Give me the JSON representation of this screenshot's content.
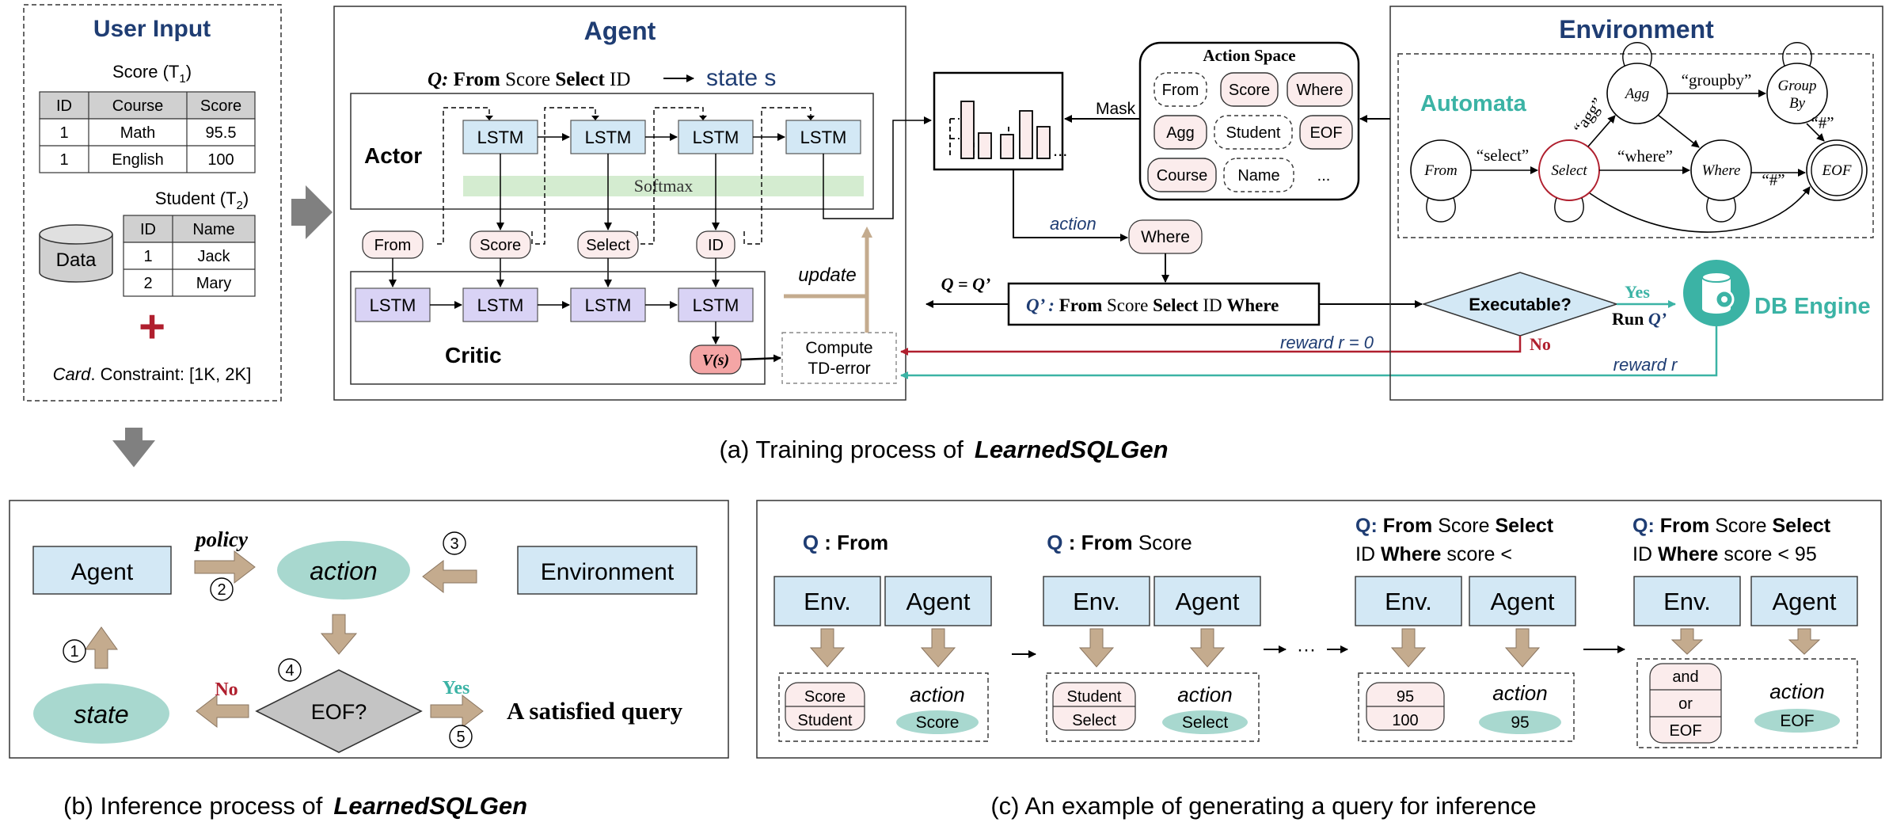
{
  "user_input": {
    "title": "User Input",
    "score_caption": "Score (T",
    "score_sub": "1",
    "score_table": {
      "headers": [
        "ID",
        "Course",
        "Score"
      ],
      "rows": [
        [
          "1",
          "Math",
          "95.5"
        ],
        [
          "1",
          "English",
          "100"
        ]
      ]
    },
    "student_caption": "Student (T",
    "student_sub": "2",
    "student_table": {
      "headers": [
        "ID",
        "Name"
      ],
      "rows": [
        [
          "1",
          "Jack"
        ],
        [
          "2",
          "Mary"
        ]
      ]
    },
    "data_label": "Data",
    "plus": "+",
    "card_italic": "Card",
    "card_rest": ". Constraint: [1K, 2K]"
  },
  "agent": {
    "title": "Agent",
    "query_q": "Q:",
    "query_from": "From",
    "query_score": "Score",
    "query_select": "Select",
    "query_id": "ID",
    "state_label": "state s",
    "actor_label": "Actor",
    "lstm": "LSTM",
    "softmax": "Softmax",
    "tokens": [
      "From",
      "Score",
      "Select",
      "ID"
    ],
    "critic_label": "Critic",
    "vs": "V(s)",
    "update": "update",
    "compute_td_1": "Compute",
    "compute_td_2": "TD-error"
  },
  "middle": {
    "mask": "Mask",
    "action": "action",
    "where_token": "Where",
    "q_eq_q": "Q = Q’",
    "q_prime_label": "Q’ :",
    "q_prime_from": "From",
    "q_prime_score": "Score",
    "q_prime_select": "Select",
    "q_prime_id": "ID",
    "q_prime_where": "Where",
    "executable": "Executable?",
    "yes": "Yes",
    "no": "No",
    "run": "Run",
    "run_q": "Q’",
    "reward_zero": "reward r = 0",
    "reward_r": "reward r"
  },
  "action_space": {
    "title": "Action Space",
    "items": [
      "From",
      "Score",
      "Where",
      "Agg",
      "Student",
      "EOF",
      "Course",
      "Name",
      "..."
    ]
  },
  "environment": {
    "title": "Environment",
    "automata": "Automata",
    "states": [
      "From",
      "Select",
      "Agg",
      "Where",
      "Group By",
      "EOF"
    ],
    "edge_labels": [
      "“select”",
      "“agg”",
      "“groupby”",
      "“where”",
      "“#”",
      "“#”"
    ],
    "db_engine": "DB Engine"
  },
  "captions": {
    "a_prefix": "(a) Training process of",
    "a_name": "LearnedSQLGen",
    "b_prefix": "(b) Inference process of",
    "b_name": "LearnedSQLGen",
    "c": "(c) An example of generating a query for inference"
  },
  "inference": {
    "agent": "Agent",
    "environment": "Environment",
    "policy": "policy",
    "action": "action",
    "state": "state",
    "eof": "EOF?",
    "no": "No",
    "yes": "Yes",
    "satisfied": "A satisfied query",
    "steps": [
      "1",
      "2",
      "3",
      "4",
      "5"
    ]
  },
  "example": {
    "q": "Q",
    "colon": " : ",
    "env": "Env.",
    "agent": "Agent",
    "action": "action",
    "step1_query": "From",
    "step1_options": [
      "Score",
      "Student"
    ],
    "step1_action": "Score",
    "step2_query_bold": "From",
    "step2_query_rest": "Score",
    "step2_options": [
      "Student",
      "Select"
    ],
    "step2_action": "Select",
    "ellipsis": "···",
    "step3_line1": [
      "Q:",
      "From",
      "Score",
      "Select"
    ],
    "step3_line2": [
      "ID",
      "Where",
      "score <"
    ],
    "step3_options": [
      "95",
      "100"
    ],
    "step3_action": "95",
    "step4_line1": [
      "Q:",
      "From",
      "Score",
      "Select"
    ],
    "step4_line2": [
      "ID",
      "Where",
      "score < 95"
    ],
    "step4_options": [
      "and",
      "or",
      "EOF"
    ],
    "step4_action": "EOF"
  },
  "colors": {
    "title_blue": "#1f3d73",
    "teal": "#3bb3a5",
    "red": "#b01f2e",
    "lstm_blue": "#d3e8f5",
    "lstm_purple": "#d9d3f5",
    "softmax": "#d4ecd0",
    "token_pink": "#fbecec",
    "action_teal": "#a8d8cf",
    "arrow_tan": "#c4ab8e"
  }
}
